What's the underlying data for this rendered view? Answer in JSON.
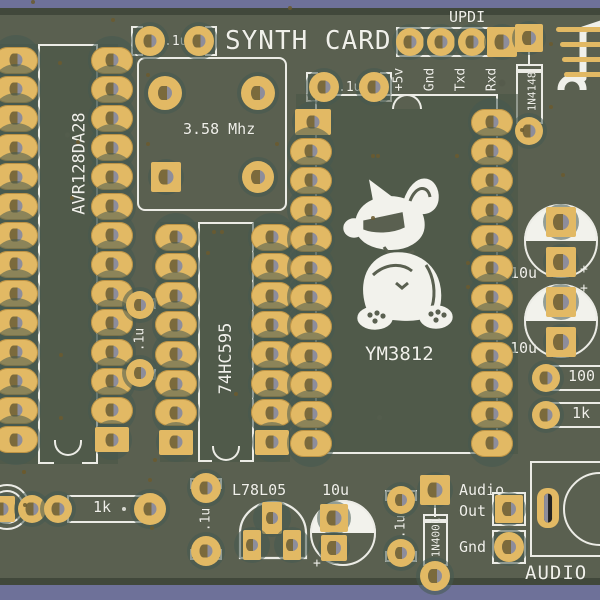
{
  "board": {
    "title": "SYNTH CARD",
    "substrate_color": "#5a6050",
    "silkscreen_color": "#f0f0ea",
    "pad_color": "#e2b964",
    "background_color": "#6e7199",
    "mascot": "fox-corgi-mascot-silkscreen"
  },
  "ics": [
    {
      "designator": "AVR128DA28",
      "pins_per_side": 14
    },
    {
      "designator": "74HC595",
      "pins_per_side": 8
    },
    {
      "designator": "YM3812",
      "pins_per_side": 12
    }
  ],
  "components": {
    "crystal": {
      "label": "3.58 Mhz"
    },
    "regulator": {
      "label": "L78L05"
    },
    "diodes": [
      {
        "label": "1N4148"
      },
      {
        "label": "1N4001"
      }
    ],
    "caps_ceramic": [
      {
        "label": ".1u",
        "id": "c-top-left"
      },
      {
        "label": ".1u",
        "id": "c-top-mid"
      },
      {
        "label": ".1u",
        "id": "c-mid-left"
      },
      {
        "label": ".1u",
        "id": "c-bottom-left"
      },
      {
        "label": ".1u",
        "id": "c-bottom-mid"
      }
    ],
    "caps_electrolytic": [
      {
        "label": "10u",
        "polarity": "+",
        "id": "c-right-upper"
      },
      {
        "label": "10u",
        "polarity": "+",
        "id": "c-right-lower"
      },
      {
        "label": "10u",
        "polarity": "+",
        "id": "c-bottom"
      }
    ],
    "resistors": [
      {
        "label": "100",
        "id": "r-right-upper"
      },
      {
        "label": "1k",
        "id": "r-right-lower"
      },
      {
        "label": "1k",
        "id": "r-bottom-left"
      }
    ]
  },
  "connectors": {
    "updi": {
      "label": "UPDI",
      "pins": [
        "+5v",
        "Gnd",
        "Txd",
        "Rxd"
      ]
    },
    "audio": {
      "out_label": "Audio",
      "out_label2": "Out",
      "gnd_label": "Gnd",
      "jack_label": "AUDIO O"
    }
  }
}
